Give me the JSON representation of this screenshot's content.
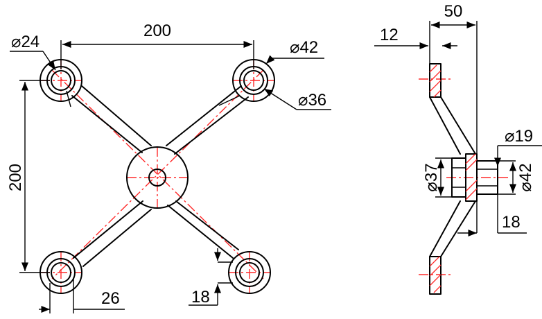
{
  "front_view": {
    "dim_hole_spacing_horizontal": "200",
    "dim_hole_spacing_vertical": "200",
    "dim_hole_diameter_small": "⌀24",
    "dim_hole_diameter_outer": "⌀42",
    "dim_hole_diameter_inner": "⌀36",
    "dim_arm_width": "26",
    "dim_arm_thickness": "18"
  },
  "side_view": {
    "dim_total_depth": "50",
    "dim_pad_thickness": "12",
    "dim_center_outer": "⌀37",
    "dim_bore": "⌀19",
    "dim_boss": "⌀42",
    "dim_boss_length": "18"
  },
  "colors": {
    "outline": "#000000",
    "centerline": "#ff2a2a"
  }
}
